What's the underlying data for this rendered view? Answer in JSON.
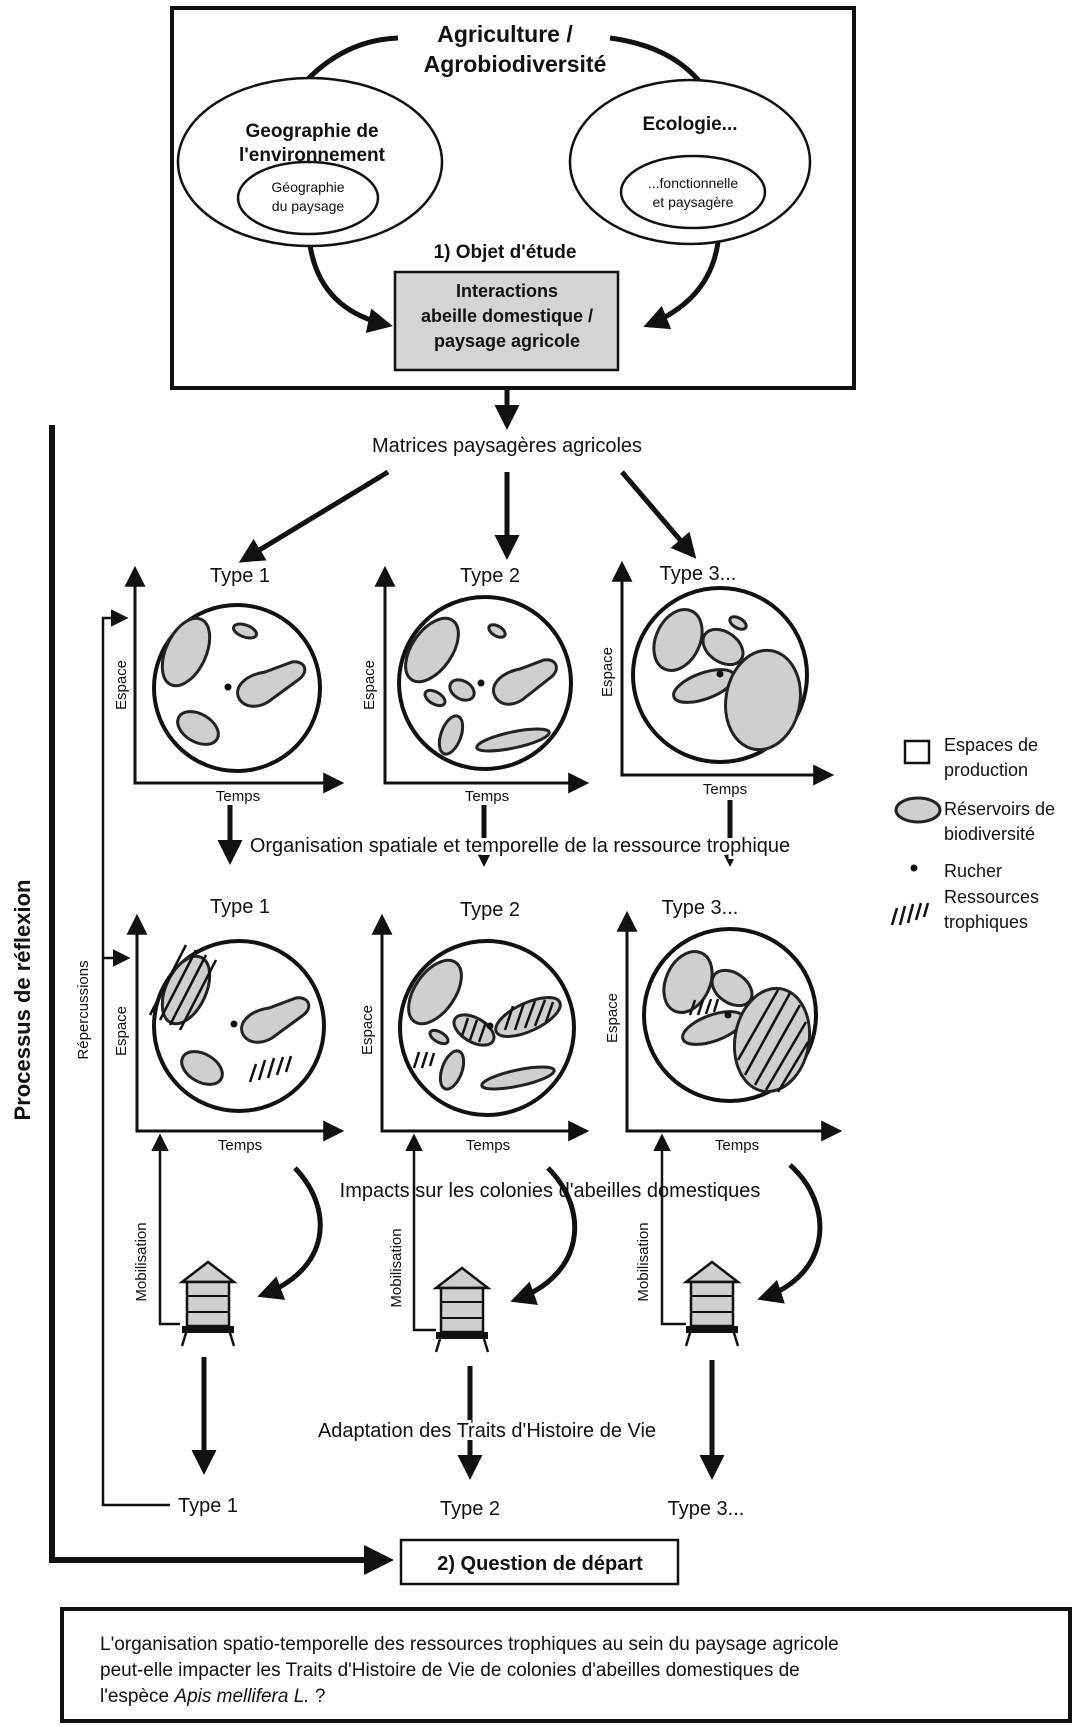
{
  "top_box": {
    "title_line1": "Agriculture /",
    "title_line2": "Agrobiodiversité",
    "left_line1": "Geographie de",
    "left_line2": "l'environnement",
    "left_inner_line1": "Géographie",
    "left_inner_line2": "du paysage",
    "right_title": "Ecologie...",
    "right_inner_line1": "...fonctionnelle",
    "right_inner_line2": "et paysagère",
    "objet_label": "1) Objet d'étude",
    "interaction_line1": "Interactions",
    "interaction_line2": "abeille domestique /",
    "interaction_line3": "paysage agricole"
  },
  "matrices_label": "Matrices paysagères agricoles",
  "types": [
    "Type 1",
    "Type 2",
    "Type 3..."
  ],
  "axis": {
    "y": "Espace",
    "x": "Temps"
  },
  "organisation_label": "Organisation spatiale et temporelle de la ressource trophique",
  "impacts_label": "Impacts sur les colonies d'abeilles domestiques",
  "adaptation_label": "Adaptation des Traits d'Histoire de Vie",
  "mobilisation_label": "Mobilisation",
  "repercussions_label": "Répercussions",
  "process_label": "Processus de réflexion",
  "question_label": "2) Question de départ",
  "legend": {
    "production_line1": "Espaces de",
    "production_line2": "production",
    "reservoirs_line1": "Réservoirs de",
    "reservoirs_line2": "biodiversité",
    "rucher": "Rucher",
    "ressources_line1": "Ressources",
    "ressources_line2": "trophiques"
  },
  "bottom_question": {
    "line1": "L'organisation spatio-temporelle des ressources trophiques au sein du paysage agricole",
    "line2": "peut-elle impacter les Traits d'Histoire de Vie de colonies d'abeilles domestiques de",
    "line3_prefix": "l'espèce ",
    "line3_species": "Apis mellifera L.",
    "line3_suffix": " ?"
  }
}
